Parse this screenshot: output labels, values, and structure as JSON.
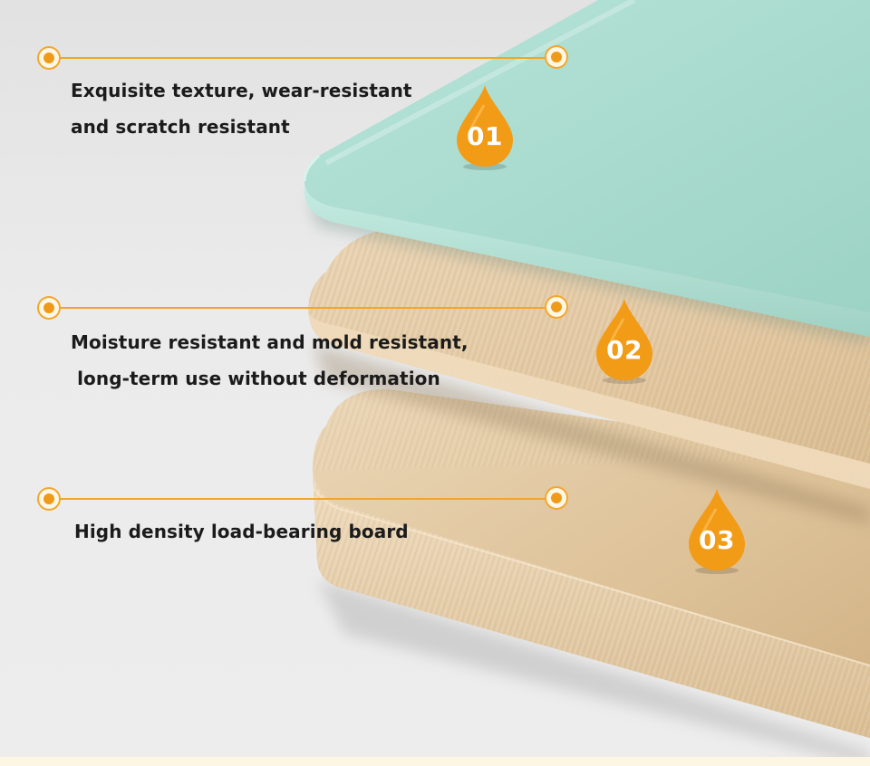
{
  "callouts": [
    {
      "lines": [
        "Exquisite texture, wear-resistant",
        "and scratch resistant"
      ],
      "badge": "01"
    },
    {
      "lines": [
        "Moisture resistant and mold resistant,",
        " long-term use without deformation"
      ],
      "badge": "02"
    },
    {
      "lines": [
        "High density load-bearing board"
      ],
      "badge": "03"
    }
  ],
  "colors": {
    "accent": "#f09a1a",
    "top_layer": "#a9dccf",
    "middle_layer": "#e3c9a4",
    "bottom_layer": "#dfc299"
  },
  "icons": [
    "drop-badge-icon",
    "callout-dot-icon"
  ]
}
